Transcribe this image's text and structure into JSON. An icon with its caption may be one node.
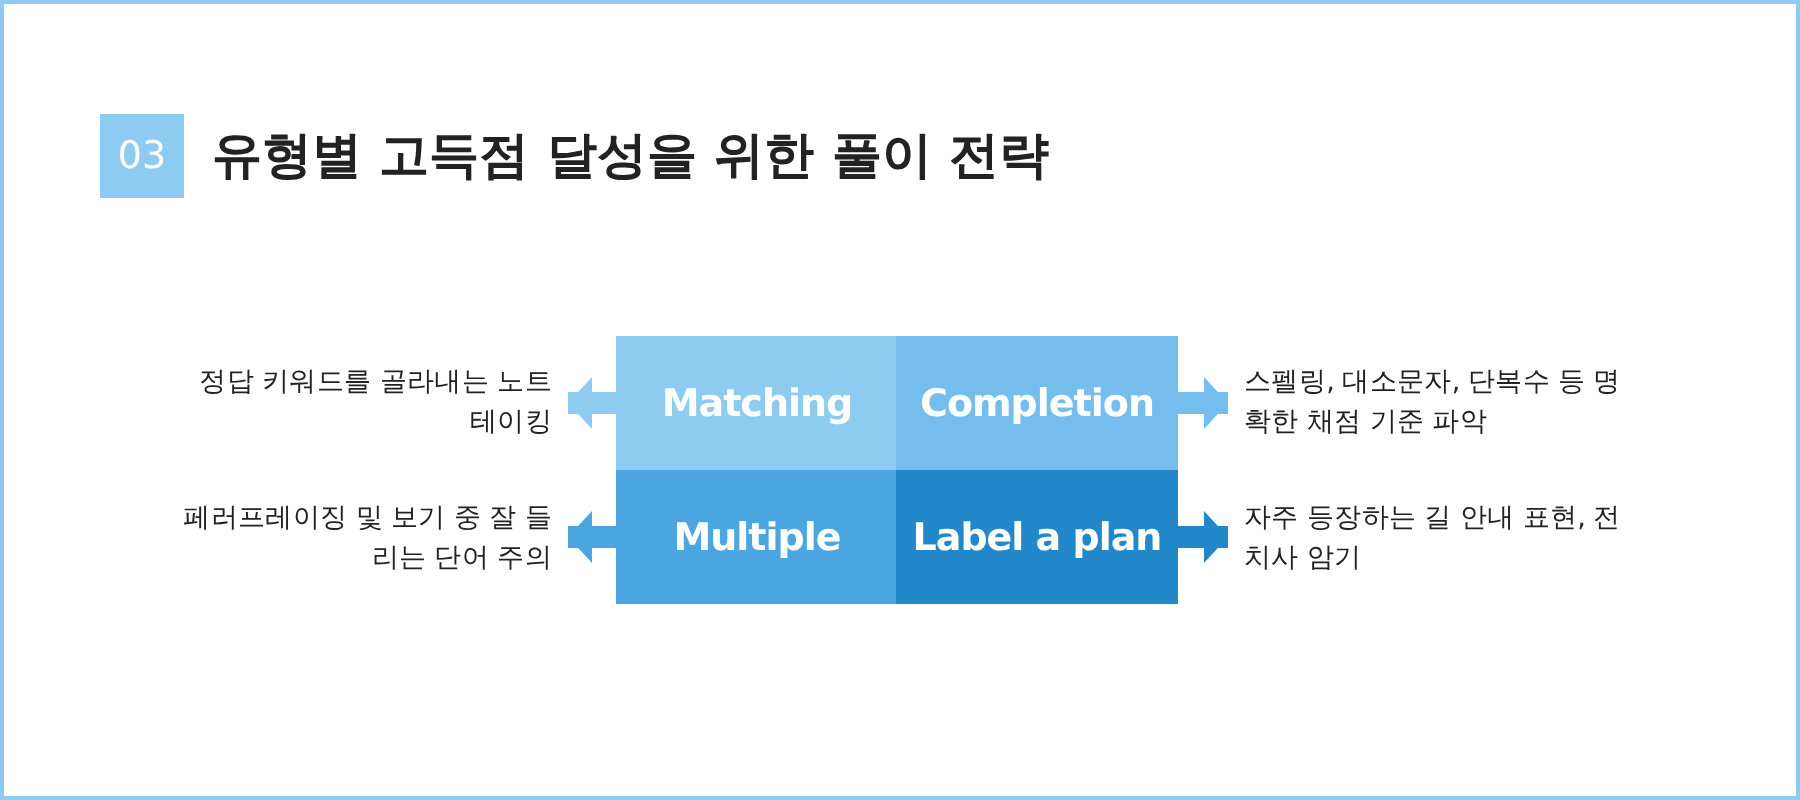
{
  "diagram": {
    "title": "유형별 고득점 달성을 위한 풀이 전략",
    "nodes": [
      {
        "text": [
          "Matching"
        ]
      },
      {
        "text": [
          "Completion"
        ]
      },
      {
        "text": [
          "Multiple"
        ]
      },
      {
        "text": [
          "Label a plan"
        ]
      },
      {
        "text": [
          "정답 키워드를 골라내는 노트테이킹"
        ]
      },
      {
        "text": [
          "스펠링, 대소문자, 단복수 등 명확한 채점 기준 파악"
        ]
      },
      {
        "text": [
          "페러프레이징 및 보기 중 잘 들리는 단어 주의"
        ]
      },
      {
        "text": [
          "자주 등장하는 길 안내 표현, 전치사 암기"
        ]
      }
    ],
    "edges": [
      {
        "from": 0,
        "to": 4,
        "arrow": "to",
        "color": "#8ecbf0"
      },
      {
        "from": 1,
        "to": 5,
        "arrow": "to",
        "color": "#74bdec"
      },
      {
        "from": 2,
        "to": 6,
        "arrow": "to",
        "color": "#4aa5e0"
      },
      {
        "from": 3,
        "to": 7,
        "arrow": "to",
        "color": "#2287c8"
      }
    ],
    "labels": [
      "03"
    ]
  }
}
